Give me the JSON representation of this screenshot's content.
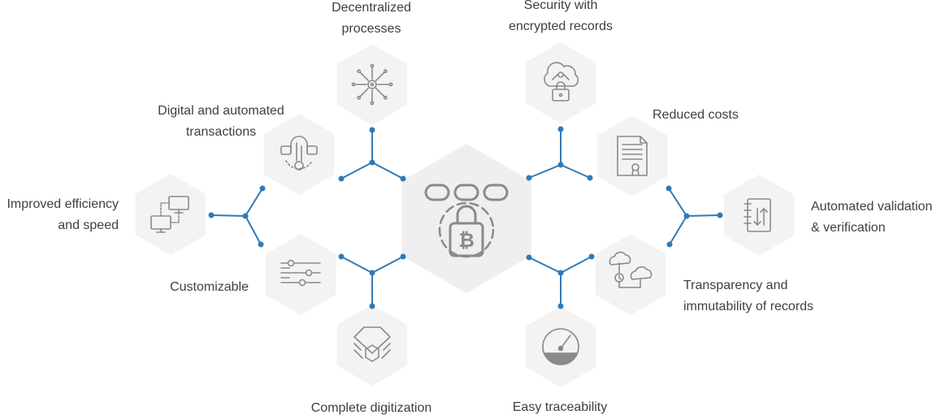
{
  "diagram": {
    "colors": {
      "hexagon": "#f3f3f3",
      "center_hexagon": "#efefef",
      "icon_stroke": "#8a8a8a",
      "connector": "#2f7ab8",
      "text": "#3f3f3f"
    },
    "center": {
      "icon": "chain-lock-bitcoin-icon"
    },
    "benefits": [
      {
        "id": "decentralized",
        "label": "Decentralized\nprocesses",
        "icon": "network-hub-icon"
      },
      {
        "id": "security",
        "label": "Security with\nencrypted records",
        "icon": "cloud-lock-icon"
      },
      {
        "id": "digital",
        "label": "Digital and automated\ntransactions",
        "icon": "cloud-key-icon"
      },
      {
        "id": "reduced-costs",
        "label": "Reduced costs",
        "icon": "certificate-document-icon"
      },
      {
        "id": "efficiency",
        "label": "Improved efficiency\nand speed",
        "icon": "connected-monitors-icon"
      },
      {
        "id": "validation",
        "label": "Automated validation\n& verification",
        "icon": "sort-notebook-icon"
      },
      {
        "id": "customizable",
        "label": "Customizable",
        "icon": "sliders-icon"
      },
      {
        "id": "transparency",
        "label": "Transparency and\nimmutability of records",
        "icon": "cloud-sync-icon"
      },
      {
        "id": "digitization",
        "label": "Complete digitization",
        "icon": "layered-chip-icon"
      },
      {
        "id": "traceability",
        "label": "Easy traceability",
        "icon": "gauge-icon"
      }
    ]
  }
}
